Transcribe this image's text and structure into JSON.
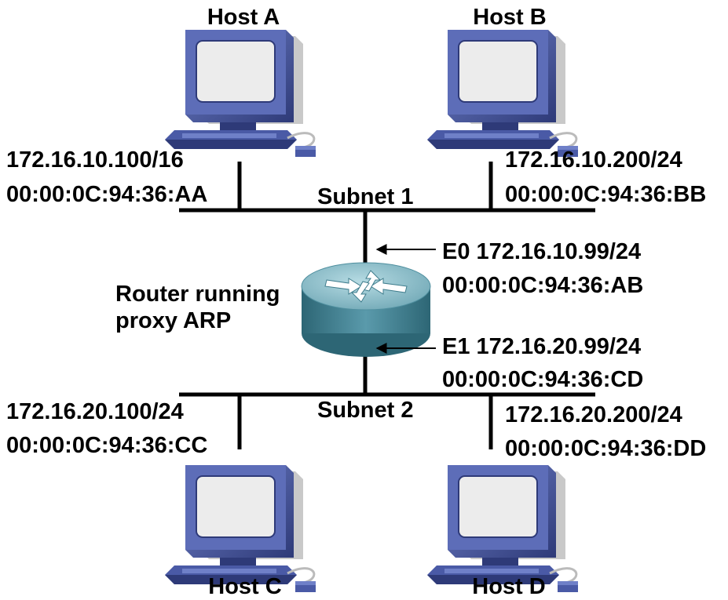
{
  "hosts": [
    {
      "name": "Host A",
      "ip": "172.16.10.100/16",
      "mac": "00:00:0C:94:36:AA"
    },
    {
      "name": "Host B",
      "ip": "172.16.10.200/24",
      "mac": "00:00:0C:94:36:BB"
    },
    {
      "name": "Host C",
      "ip": "172.16.20.100/24",
      "mac": "00:00:0C:94:36:CC"
    },
    {
      "name": "Host D",
      "ip": "172.16.20.200/24",
      "mac": "00:00:0C:94:36:DD"
    }
  ],
  "subnets": [
    {
      "label": "Subnet 1"
    },
    {
      "label": "Subnet 2"
    }
  ],
  "router": {
    "label_line1": "Router running",
    "label_line2": "proxy ARP",
    "interfaces": [
      {
        "ip_line": "E0 172.16.10.99/24",
        "mac": "00:00:0C:94:36:AB"
      },
      {
        "ip_line": "E1 172.16.20.99/24",
        "mac": "00:00:0C:94:36:CD"
      }
    ]
  },
  "colors": {
    "line": "#000000",
    "computer_body": "#4a5aa6",
    "computer_dark": "#2e3a78",
    "computer_shadow": "#c9c9c9",
    "screen": "#ececec",
    "router_top": "#8fbfcb",
    "router_side": "#3e7c8c",
    "router_arrow": "#ffffff"
  }
}
